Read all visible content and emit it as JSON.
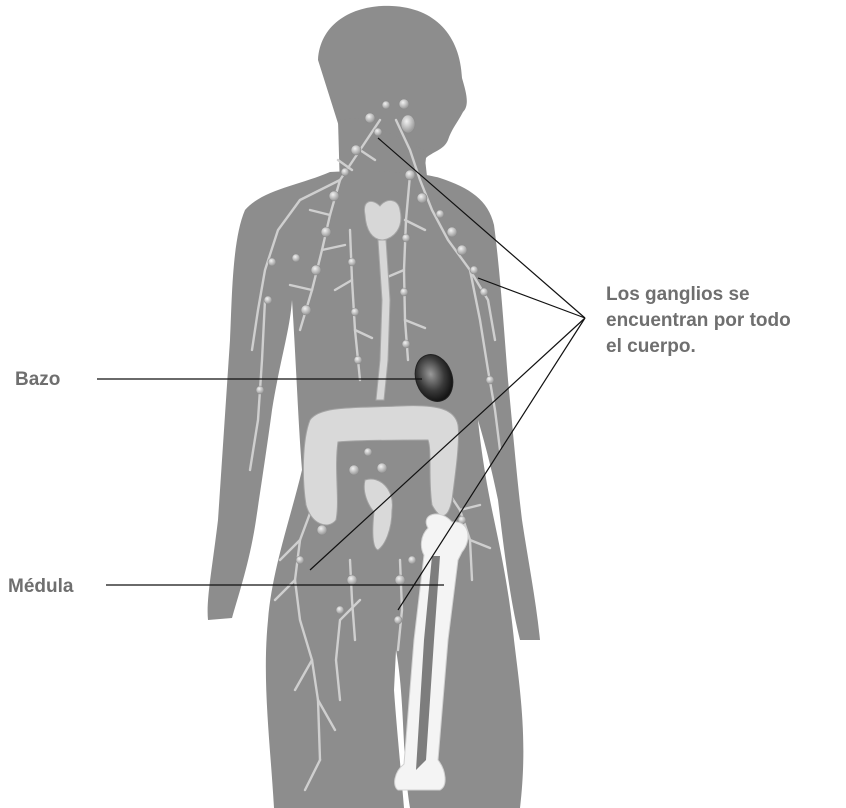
{
  "labels": {
    "spleen": "Bazo",
    "marrow": "Médula",
    "nodes_lines": [
      "Los ganglios se",
      "encuentran por todo",
      "el cuerpo."
    ]
  },
  "colors": {
    "body": "#8d8d8d",
    "lymph": "#c9c9c9",
    "organ": "#d7d7d7",
    "bone": "#f4f4f4",
    "leader": "#111111",
    "label_text": "#6f6f6f"
  }
}
